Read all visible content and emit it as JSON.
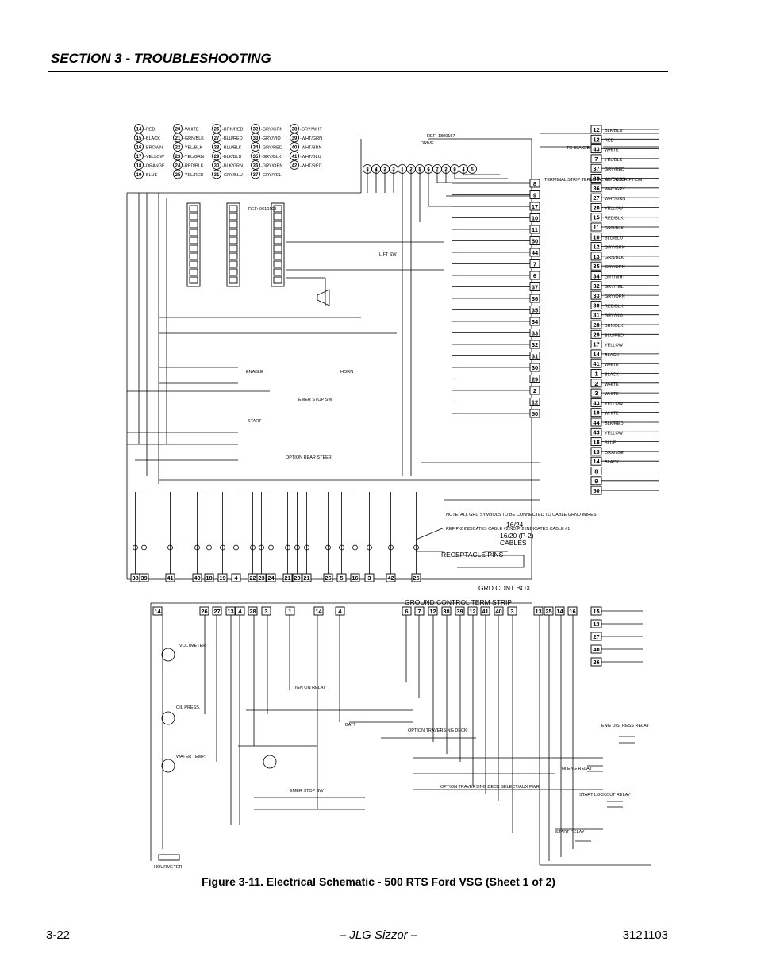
{
  "header": {
    "section": "SECTION 3 - TROUBLESHOOTING"
  },
  "footer": {
    "page": "3-22",
    "center": "– JLG Sizzor –",
    "doc": "3121103"
  },
  "figure": {
    "caption": "Figure 3-11.  Electrical Schematic - 500 RTS Ford VSG (Sheet 1 of 2)",
    "ref_top": "REF: 1800157",
    "ref_inner": "REF: 0610103",
    "labels": {
      "receptacle_pins": "RECEPTACLE PINS",
      "cables": "16/20 (P-2)\nCABLES",
      "gauge": "16/24",
      "grd_cont_box": "GRD CONT BOX",
      "ground_control_term_strip": "GROUND CONTROL TERM STRIP",
      "note": "NOTE: ALL GRD SYMBOLS TO BE CONNECTED TO CABLE GRND WIRES",
      "ref_p2": "REF P-2 INDICATES CABLE #2  NO P-2 INDICATES CABLE #1",
      "drive": "DRIVE",
      "lift_sw": "LIFT SW",
      "horn": "HORN",
      "enable": "ENABLE",
      "start": "START",
      "voltmeter": "VOLTMETER",
      "oil_press": "OIL PRESS.",
      "water_temp": "WATER TEMP.",
      "hourmeter": "HOURMETER",
      "batt": "BATT",
      "ign_relay": "IGN ON RELAY",
      "eng_distress_relay": "ENG DISTRESS RELAY",
      "hi_eng_relay": "HI ENG RELAY",
      "start_lockout_relay": "START LOCKOUT RELAY",
      "starter_relay": "START RELAY",
      "emer_stop_sw": "EMER STOP SW",
      "option_rear_steer": "OPTION REAR STEER",
      "option_traversing": "OPTION TRAVERSING DECK",
      "option_traversing_select": "OPTION TRAVERSING DECK SELECT/AUX PWR",
      "term_strip": "TERMINAL STRIP TERMINAL NO DESCRIPTION",
      "to_30a": "TO 30A C/B"
    },
    "color_legend": [
      {
        "n": "14",
        "c": "-RED"
      },
      {
        "n": "15",
        "c": "-BLACK"
      },
      {
        "n": "16",
        "c": "-BROWN"
      },
      {
        "n": "17",
        "c": "-YELLOW"
      },
      {
        "n": "18",
        "c": "-ORANGE"
      },
      {
        "n": "19",
        "c": "-BLUE"
      },
      {
        "n": "20",
        "c": "-WHITE"
      },
      {
        "n": "21",
        "c": "-GRN/BLK"
      },
      {
        "n": "22",
        "c": "-YEL/BLK"
      },
      {
        "n": "23",
        "c": "-YEL/GRN"
      },
      {
        "n": "24",
        "c": "-RED/BLK"
      },
      {
        "n": "25",
        "c": "-YEL/RED"
      },
      {
        "n": "26",
        "c": "-BRN/RED"
      },
      {
        "n": "27",
        "c": "-BLU/RED"
      },
      {
        "n": "28",
        "c": "-BLU/BLK"
      },
      {
        "n": "29",
        "c": "-BLK/BLU"
      },
      {
        "n": "30",
        "c": "-BLK/GRN"
      },
      {
        "n": "31",
        "c": "-GRY/BLU"
      },
      {
        "n": "32",
        "c": "-GRY/GRN"
      },
      {
        "n": "33",
        "c": "-GRY/VIO"
      },
      {
        "n": "34",
        "c": "-GRY/RED"
      },
      {
        "n": "35",
        "c": "-GRY/BLK"
      },
      {
        "n": "36",
        "c": "-GRY/ORN"
      },
      {
        "n": "37",
        "c": "-GRY/YEL"
      },
      {
        "n": "38",
        "c": "-GRY/WHT"
      },
      {
        "n": "39",
        "c": "-WHT/GRN"
      },
      {
        "n": "40",
        "c": "-WHT/BRN"
      },
      {
        "n": "41",
        "c": "-WHT/BLU"
      },
      {
        "n": "42",
        "c": "-WHT/RED"
      }
    ],
    "top_pins": [
      "3",
      "4",
      "2",
      "3",
      "1",
      "2",
      "5",
      "6",
      "7",
      "2",
      "9",
      "4",
      "5"
    ],
    "right_terminals": [
      "12",
      "12",
      "43",
      "7",
      "37",
      "38",
      "36",
      "27",
      "20",
      "15",
      "11",
      "10",
      "12",
      "13",
      "35",
      "34",
      "32",
      "33",
      "30",
      "31",
      "28",
      "29",
      "17",
      "14",
      "41",
      "1",
      "2",
      "3",
      "43",
      "19",
      "44",
      "43",
      "18",
      "13",
      "14",
      "8",
      "9",
      "50"
    ],
    "left_block_terms": [
      "8",
      "9",
      "17",
      "10",
      "11",
      "50",
      "44",
      "7",
      "6",
      "37",
      "36",
      "35",
      "34",
      "33",
      "32",
      "31",
      "30",
      "29",
      "2",
      "12",
      "50"
    ],
    "bottom_pins": [
      "38",
      "39",
      "41",
      "40",
      "18",
      "19",
      "4",
      "22",
      "23",
      "24",
      "21",
      "20",
      "21",
      "26",
      "5",
      "16",
      "3",
      "42",
      "25"
    ],
    "ground_strip": [
      "6",
      "7",
      "12",
      "38",
      "39",
      "12",
      "41",
      "40",
      "3",
      "13",
      "25",
      "14",
      "16"
    ],
    "lower_left_pins": [
      "14",
      "26",
      "27",
      "13",
      "4",
      "28",
      "3",
      "1",
      "14",
      "4"
    ],
    "right_lower": [
      "15",
      "13",
      "27",
      "40",
      "26"
    ],
    "wire_colors": [
      "BLK/BLU",
      "RED",
      "WHITE",
      "YEL/BLK",
      "GRY/RED",
      "WHT/GRN",
      "WHT/GRY",
      "WHT/ORN",
      "YELLOW",
      "RED/BLK",
      "GRN/BLK",
      "BLU/BLU",
      "GRY/GRN",
      "GRN/BLK",
      "GRY/ORN",
      "GRY/WHT",
      "GRY/YEL",
      "GRY/ORN",
      "RED/BLK",
      "GRY/VIO",
      "BRN/BLK",
      "BLU/RED",
      "YELLOW",
      "BLACK",
      "WHITE",
      "BLACK",
      "WHITE",
      "WHITE",
      "YELLOW",
      "WHITE",
      "BLK/RED",
      "YELLOW",
      "BLUE",
      "ORANGE",
      "BLACK"
    ]
  }
}
